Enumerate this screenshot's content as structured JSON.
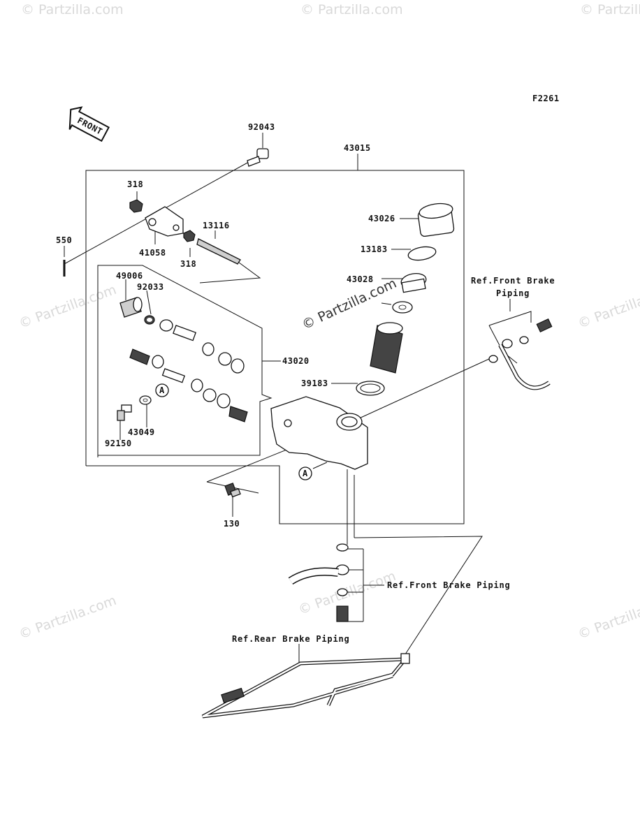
{
  "figure_code": "F2261",
  "front_arrow_label": "FRONT",
  "watermark": "© Partzilla.com",
  "part_numbers": {
    "p92043": "92043",
    "p43015": "43015",
    "p318a": "318",
    "p318b": "318",
    "p13116": "13116",
    "p41058": "41058",
    "p550": "550",
    "p49006": "49006",
    "p92033": "92033",
    "p43020": "43020",
    "p43049": "43049",
    "p92150": "92150",
    "p43026": "43026",
    "p13183": "13183",
    "p43028": "43028",
    "p39183": "39183",
    "p130": "130"
  },
  "marker_a": "A",
  "references": {
    "front_brake_piping_line1": "Ref.Front Brake",
    "front_brake_piping_line2": "Piping",
    "front_brake_piping_lower": "Ref.Front Brake Piping",
    "rear_brake_piping": "Ref.Rear Brake Piping"
  }
}
